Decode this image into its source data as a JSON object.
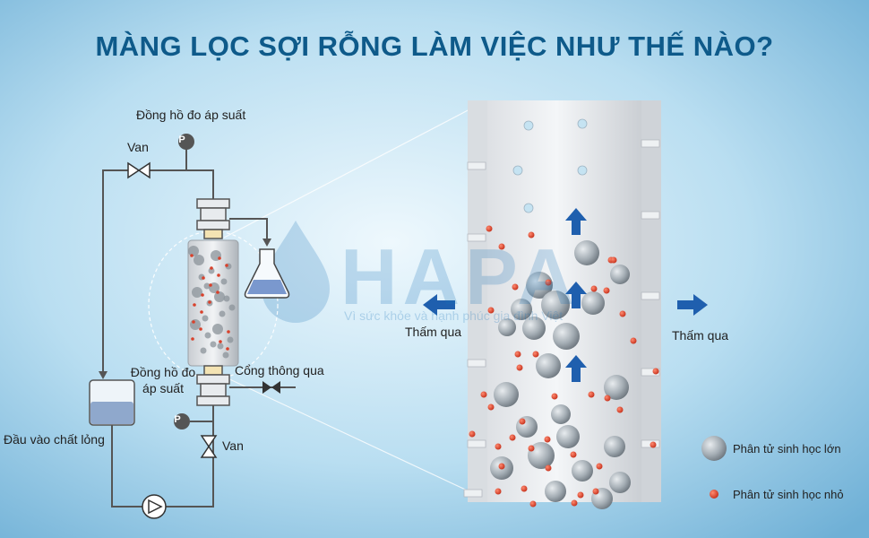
{
  "title": "MÀNG LỌC SỢI RỖNG LÀM VIỆC NHƯ THẾ NÀO?",
  "labels": {
    "pressure_gauge_top": "Đồng hồ đo áp suất",
    "valve_top": "Van",
    "pressure_gauge_bottom_line1": "Đồng hồ đo",
    "pressure_gauge_bottom_line2": "áp suất",
    "permeate_port": "Cổng thông qua",
    "liquid_inlet": "Đầu vào chất lỏng",
    "valve_bottom": "Van",
    "gauge_symbol": "P",
    "permeate_left": "Thấm qua",
    "permeate_right": "Thấm qua"
  },
  "legend": {
    "large": "Phân tử sinh học lớn",
    "small": "Phân tử sinh học nhỏ"
  },
  "watermark": {
    "name": "HAPA",
    "tagline": "Vì sức khỏe và hạnh phúc gia đình Việt"
  },
  "colors": {
    "title": "#0e5a8a",
    "arrow": "#1f5fae",
    "small_particle": "#d9412b",
    "large_particle": "#9aa3aa",
    "pipe": "#555555",
    "bg_light": "#dff0fa",
    "bg_dark": "#6fb3d9"
  }
}
